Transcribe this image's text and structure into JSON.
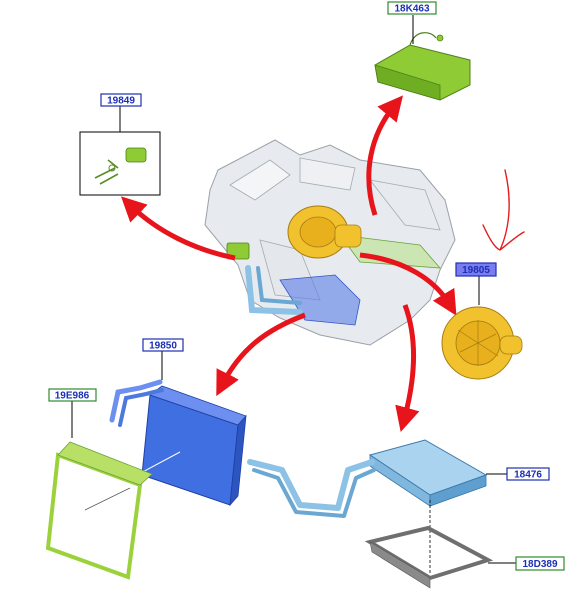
{
  "callouts": [
    {
      "id": "c-18k463",
      "label": "18K463",
      "border": "#2e8b2e"
    },
    {
      "id": "c-19849",
      "label": "19849",
      "border": "#1f2fb0"
    },
    {
      "id": "c-19805",
      "label": "19805",
      "border": "#1f2fb0",
      "fill": "#7a7df0"
    },
    {
      "id": "c-19850",
      "label": "19850",
      "border": "#1f2fb0"
    },
    {
      "id": "c-19e986",
      "label": "19E986",
      "border": "#2e8b2e"
    },
    {
      "id": "c-18476",
      "label": "18476",
      "border": "#1f2fb0"
    },
    {
      "id": "c-18d389",
      "label": "18D389",
      "border": "#2e8b2e"
    }
  ],
  "colors": {
    "arrow": "#e8141c",
    "blower": "#f1c12e",
    "resistor": "#8fcb34",
    "evaporator": "#3f6fe0",
    "heater_core": "#8cc2e6",
    "frame_green": "#9bd23c",
    "housing": "#dfe3e8",
    "seal": "#6f6f6f",
    "pen_mark": "#e51a1a"
  },
  "icons": [
    "red-arrow-icon",
    "hand-drawn-arrow-icon"
  ]
}
